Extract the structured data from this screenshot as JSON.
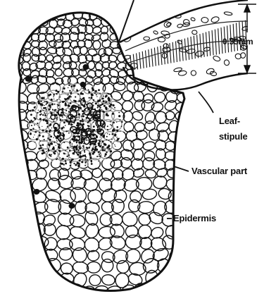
{
  "figure": {
    "scale_bar": "0.35mm",
    "labels": {
      "leaf_stipule_line1": "Leaf-",
      "leaf_stipule_line2": "stipule",
      "vascular_part": "Vascular part",
      "epidermis": "Epidermis"
    },
    "ink_color": "#111111",
    "background_color": "#ffffff"
  }
}
